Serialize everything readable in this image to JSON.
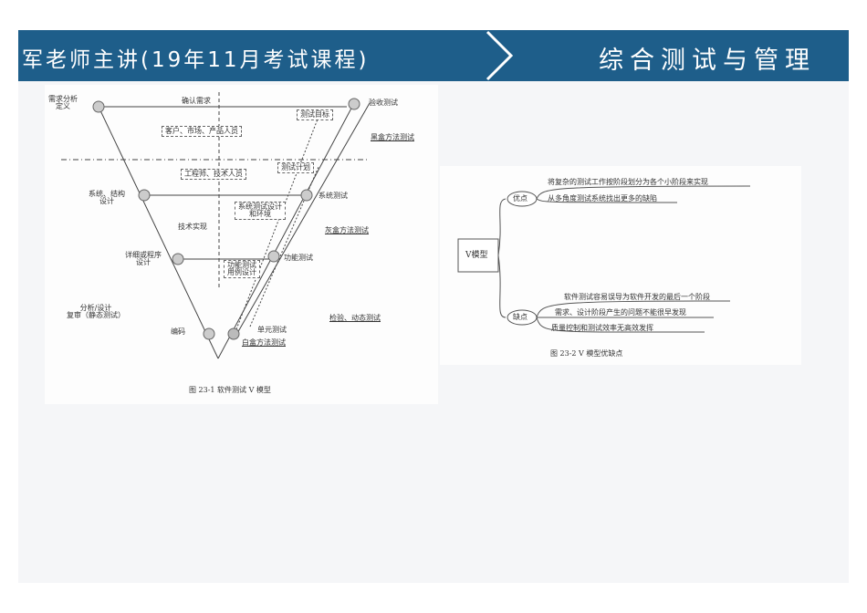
{
  "header": {
    "left_title": "军老师主讲(19年11月考试课程)",
    "right_title": "综合测试与管理"
  },
  "figure1": {
    "caption": "图 23-1 软件测试 V 模型",
    "labels": {
      "req": "需求分析\n定义",
      "acceptance": "验收测试",
      "confirm": "确认需求",
      "customers": "客户、市场、产品人员",
      "test_goal": "测试目标",
      "blackbox": "黑盒方法测试",
      "engineers": "工程师、技术人员",
      "test_plan": "测试计划",
      "sys_design": "系统、结构\n设计",
      "sys_test_design": "系统测试设计\n和环境",
      "sys_test": "系统测试",
      "tech": "技术实现",
      "graybox": "灰盒方法测试",
      "detail_design": "详细或程序\n设计",
      "func_case": "功能测试\n用例设计",
      "func_test": "功能测试",
      "review": "分析/设计\n复审（静态测试）",
      "coding": "编码",
      "unit": "单元测试",
      "whitebox": "白盒方法测试",
      "verify": "检验、动态测试"
    }
  },
  "figure2": {
    "caption": "图 23-2 V 模型优缺点",
    "center": "V模型",
    "pros_label": "优点",
    "cons_label": "缺点",
    "pros": [
      "将复杂的测试工作按阶段划分为各个小阶段来实现",
      "从多角度测试系统找出更多的缺陷"
    ],
    "cons": [
      "软件测试容易误导为软件开发的最后一个阶段",
      "需求、设计阶段产生的问题不能很早发现",
      "质量控制和测试效率无高效发挥"
    ]
  }
}
